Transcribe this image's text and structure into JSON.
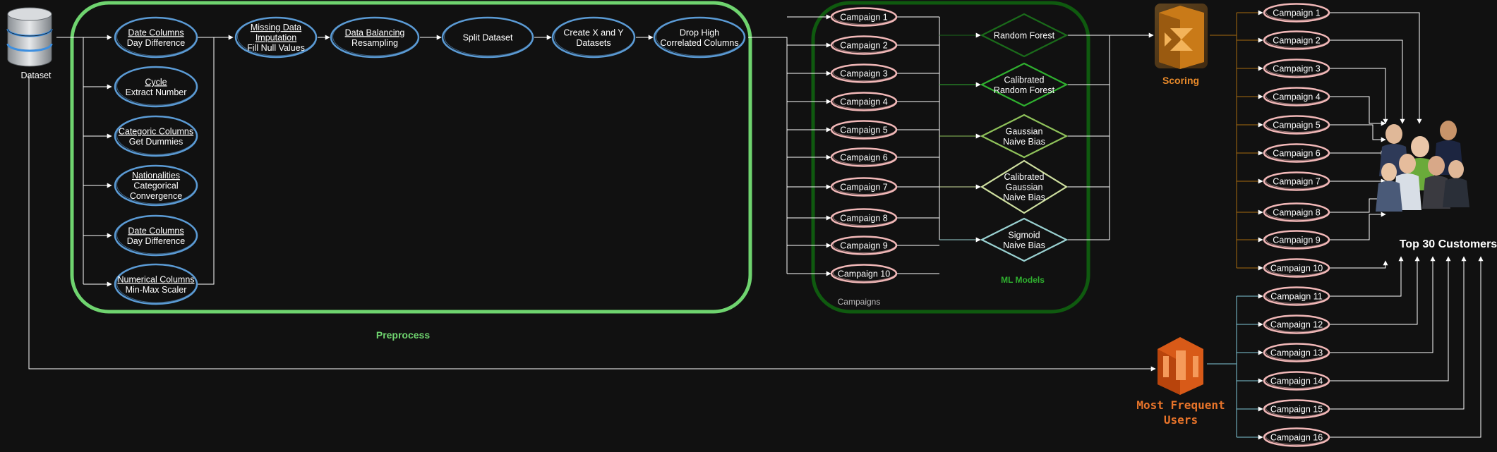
{
  "dataset": {
    "label": "Dataset"
  },
  "preprocess_steps": [
    {
      "title": "Date Columns",
      "sub": "Day Difference"
    },
    {
      "title": "Cycle",
      "sub": "Extract Number"
    },
    {
      "title": "Categoric Columns",
      "sub": "Get Dummies"
    },
    {
      "title": "Nationalities",
      "sub": "Categorical",
      "sub2": "Convergence"
    },
    {
      "title": "Date Columns",
      "sub": "Day Difference"
    },
    {
      "title": "Numerical Columns",
      "sub": "Min-Max Scaler"
    }
  ],
  "pipeline_steps": [
    {
      "title": "Missing Data",
      "title2": "Imputation",
      "sub": "Fill Null Values"
    },
    {
      "title": "Data Balancing",
      "sub": "Resampling"
    },
    {
      "line1": "Split Dataset"
    },
    {
      "line1": "Create X and Y",
      "line2": "Datasets"
    },
    {
      "line1": "Drop High",
      "line2": "Correlated Columns"
    }
  ],
  "groups": {
    "preprocess": "Preprocess",
    "campaigns": "Campaigns",
    "ml_models": "ML Models",
    "scoring": "Scoring",
    "frequent_1": "Most Frequent",
    "frequent_2": "Users",
    "top": "Top 30 Customers"
  },
  "campaigns_left": [
    "Campaign 1",
    "Campaign 2",
    "Campaign 3",
    "Campaign 4",
    "Campaign 5",
    "Campaign 6",
    "Campaign 7",
    "Campaign 8",
    "Campaign 9",
    "Campaign 10"
  ],
  "models": [
    {
      "line1": "Random Forest",
      "color": "#1a6b1a"
    },
    {
      "line1": "Calibrated",
      "line2": "Random Forest",
      "color": "#2fb02f"
    },
    {
      "line1": "Gaussian",
      "line2": "Naive Bias",
      "color": "#8fc25a"
    },
    {
      "line1": "Calibrated",
      "line2": "Gaussian",
      "line3": "Naive Bias",
      "color": "#cfe0a0"
    },
    {
      "line1": "Sigmoid",
      "line2": "Naive Bias",
      "color": "#9ad2d2"
    }
  ],
  "campaigns_right": [
    "Campaign 1",
    "Campaign 2",
    "Campaign 3",
    "Campaign 4",
    "Campaign 5",
    "Campaign 6",
    "Campaign 7",
    "Campaign 8",
    "Campaign 9",
    "Campaign 10",
    "Campaign 11",
    "Campaign 12",
    "Campaign 13",
    "Campaign 14",
    "Campaign 15",
    "Campaign 16"
  ],
  "colors": {
    "background": "#111111",
    "preprocess_border": "#6fd46f",
    "campaigns_border": "#0f5a0f",
    "step_stroke": "#5b9bd5",
    "campaign_stroke": "#f2b8b8",
    "scoring": "#e88a2a",
    "scoring_dark": "#a86b10",
    "frequent": "#e8742a",
    "connector": "#ffffff",
    "ml_label": "#2fb02f",
    "campaigns_label": "#b8b8b8"
  }
}
